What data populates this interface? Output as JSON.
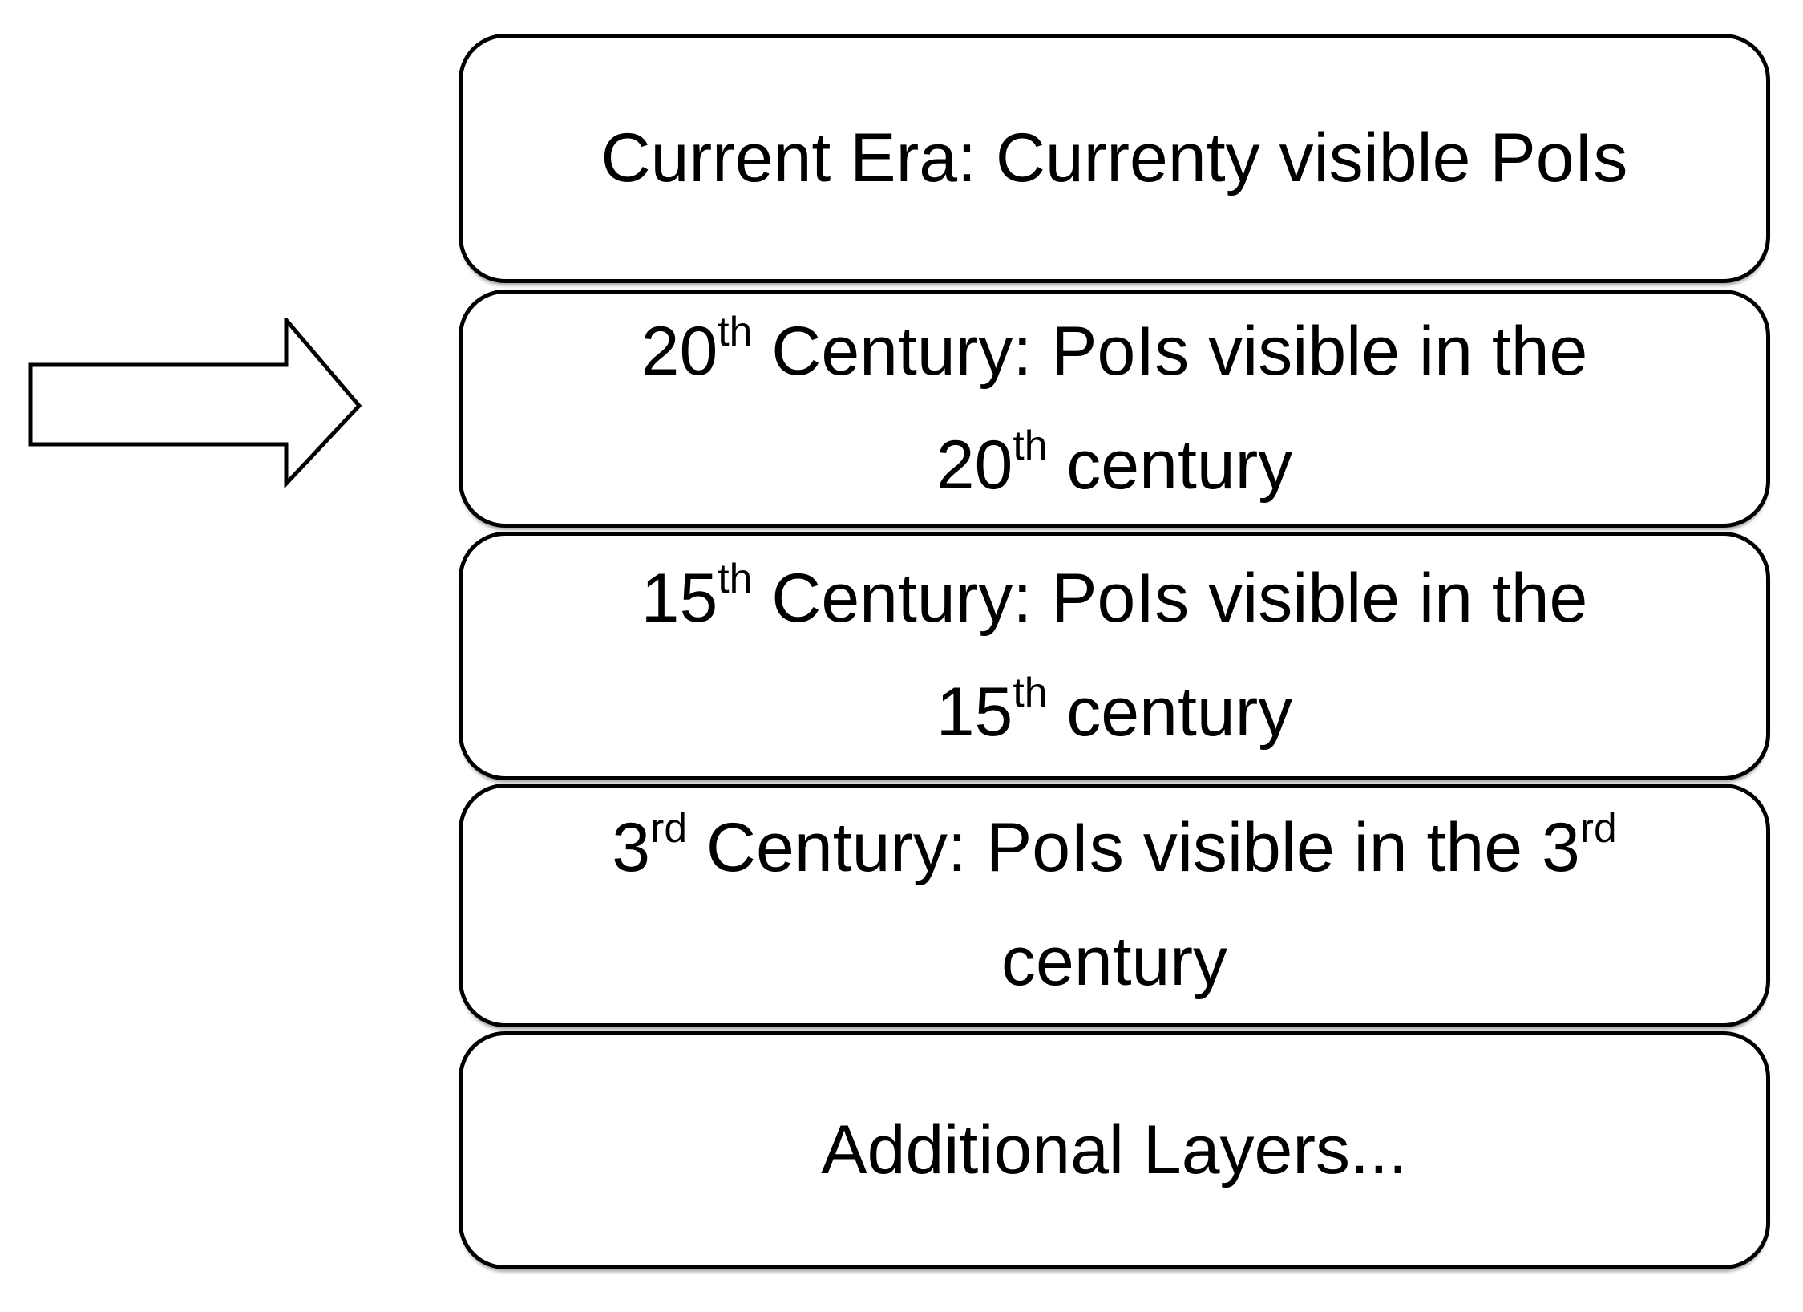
{
  "diagram": {
    "title": "Map layer eras diagram",
    "colors": {
      "background": "#ffffff",
      "box_fill": "#ffffff",
      "box_border": "#000000",
      "text": "#000000"
    },
    "arrow": {
      "icon": "right-block-arrow",
      "points_to": "20th Century layer"
    },
    "boxes": {
      "current_era": {
        "text": "Current Era: Currenty visible PoIs"
      },
      "c20": {
        "l1a": "20",
        "l1sup": "th",
        "l1b": " Century: PoIs visible in the",
        "l2a": "20",
        "l2sup": "th",
        "l2b": " century"
      },
      "c15": {
        "l1a": "15",
        "l1sup": "th",
        "l1b": " Century: PoIs visible in the",
        "l2a": "15",
        "l2sup": "th",
        "l2b": " century"
      },
      "c3": {
        "l1a": "3",
        "l1sup": "rd",
        "l1b": " Century: PoIs visible in the 3",
        "l1sup2": "rd",
        "l2": "century"
      },
      "additional": {
        "text": "Additional Layers..."
      }
    }
  }
}
